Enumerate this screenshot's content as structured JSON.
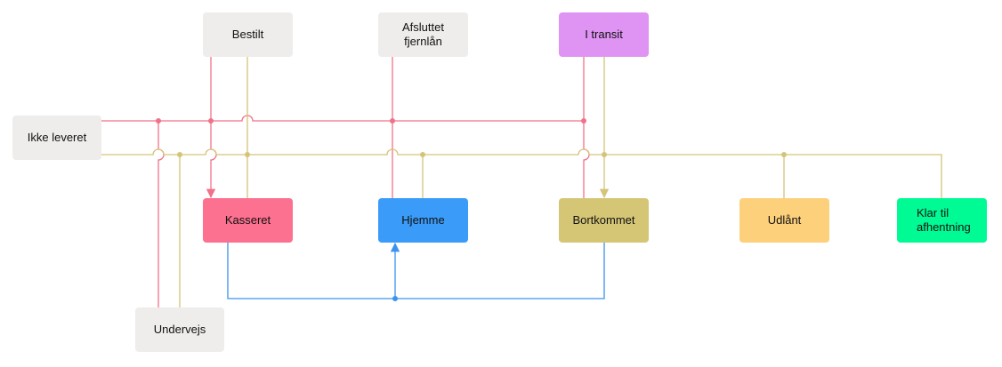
{
  "colors": {
    "red": "#f07288",
    "khaki": "#d4c478",
    "blue": "#3a93ef",
    "gray_node": "#eeedeb"
  },
  "nodes": {
    "ikke_leveret": {
      "label": "Ikke leveret",
      "color": "#eeedeb"
    },
    "bestilt": {
      "label": "Bestilt",
      "color": "#eeedeb"
    },
    "afsluttet": {
      "label": "Afsluttet fjernlån",
      "color": "#eeedeb"
    },
    "i_transit": {
      "label": "I transit",
      "color": "#df93f3"
    },
    "kasseret": {
      "label": "Kasseret",
      "color": "#fc7090"
    },
    "hjemme": {
      "label": "Hjemme",
      "color": "#3a9bf8"
    },
    "bortkommet": {
      "label": "Bortkommet",
      "color": "#d5c676"
    },
    "udlant": {
      "label": "Udlånt",
      "color": "#fdd07b"
    },
    "klar": {
      "label_line1": "Klar til",
      "label_line2": "afhentning",
      "color": "#00fa94"
    },
    "undervejs": {
      "label": "Undervejs",
      "color": "#eeedeb"
    }
  }
}
